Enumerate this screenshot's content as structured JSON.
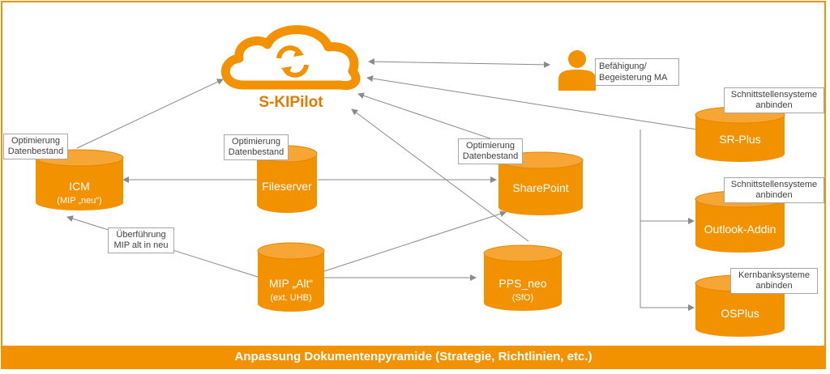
{
  "title": "S-KIPilot",
  "colors": {
    "accent": "#F39200",
    "cylinder": "#F39200",
    "cylinder_top": "#F7A535",
    "arrow": "#8a8a8a"
  },
  "person": {
    "icon": "person-icon",
    "label_line1": "Befähigung/",
    "label_line2": "Begeisterung MA"
  },
  "nodes": {
    "icm": {
      "label": "ICM",
      "sub": "(MIP „neu“)"
    },
    "fileserver": {
      "label": "Fileserver"
    },
    "sharepoint": {
      "label": "SharePoint"
    },
    "mip_alt": {
      "label": "MIP „Alt“",
      "sub": "(ext. UHB)"
    },
    "pps_neo": {
      "label": "PPS_neo",
      "sub": "(SfO)"
    },
    "sr_plus": {
      "label": "SR-Plus"
    },
    "outlook": {
      "label": "Outlook-Addin"
    },
    "osplus": {
      "label": "OSPlus"
    }
  },
  "notes": {
    "icm_opt": {
      "line1": "Optimierung",
      "line2": "Datenbestand"
    },
    "file_opt": {
      "line1": "Optimierung",
      "line2": "Datenbestand"
    },
    "sp_opt": {
      "line1": "Optimierung",
      "line2": "Datenbestand"
    },
    "migration": {
      "line1": "Überführung",
      "line2": "MIP alt in neu"
    },
    "srplus": {
      "line1": "Schnittstellensysteme",
      "line2": "anbinden"
    },
    "outlook": {
      "line1": "Schnittstellensysteme",
      "line2": "anbinden"
    },
    "osplus": {
      "line1": "Kernbanksysteme",
      "line2": "anbinden"
    }
  },
  "footer": "Anpassung Dokumentenpyramide (Strategie, Richtlinien, etc.)"
}
